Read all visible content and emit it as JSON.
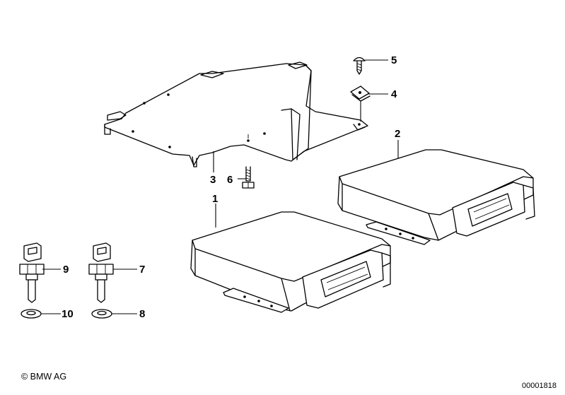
{
  "callouts": {
    "c1": "1",
    "c2": "2",
    "c3": "3",
    "c4": "4",
    "c5": "5",
    "c6": "6",
    "c7": "7",
    "c8": "8",
    "c9": "9",
    "c10": "10"
  },
  "footer": {
    "copyright": "© BMW AG",
    "diagram_id": "00001818"
  }
}
